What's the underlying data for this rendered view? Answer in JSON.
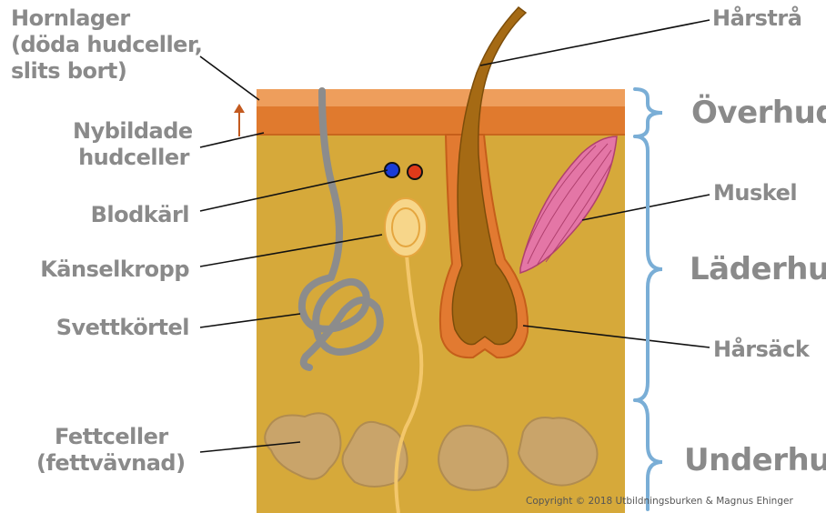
{
  "labels": {
    "hornlager": [
      "Hornlager",
      "(döda hudceller,",
      "slits bort)"
    ],
    "nybildade": [
      "Nybildade",
      "hudceller"
    ],
    "blodkarl": "Blodkärl",
    "kanselkropp": "Känselkropp",
    "svettkortel": "Svettkörtel",
    "fettceller": [
      "Fettceller",
      "(fettvävnad)"
    ],
    "harstra": "Hårstrå",
    "muskel": "Muskel",
    "harsack": "Hårsäck"
  },
  "regions": {
    "overhud": "Överhud",
    "laderhud": "Läderhud",
    "underhud": "Underhud"
  },
  "copyright": "Copyright © 2018 Utbildningsburken & Magnus Ehinger",
  "colors": {
    "dermis": "#d6a93a",
    "stratum_corneum": "#ee9e5c",
    "new_cells": "#e07a2e",
    "hair": "#a56a14",
    "follicle": "#e27a31",
    "muscle": "#e476a6",
    "sweat_gland": "#8c8c8c",
    "nerve": "#f3c76b",
    "fat_cells": "#c9a46a",
    "brace": "#7aaed6",
    "label_text": "#8a8a8a",
    "vessel_blue": "#1a3cd6",
    "vessel_red": "#e03a1a"
  }
}
